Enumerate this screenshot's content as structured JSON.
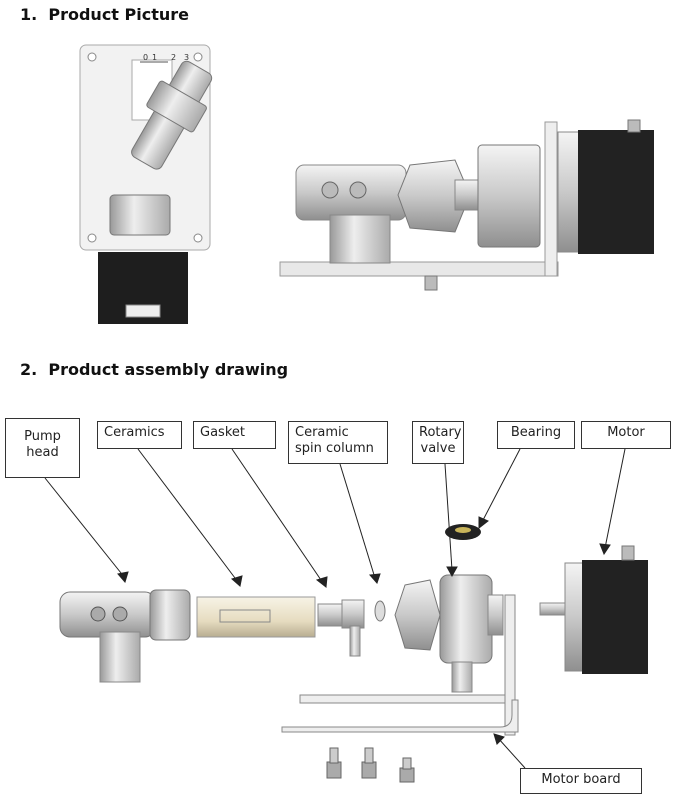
{
  "section1": {
    "number": "1.",
    "title": "Product Picture"
  },
  "section2": {
    "number": "2.",
    "title": "Product assembly drawing"
  },
  "labels": {
    "pump_head": [
      "Pump",
      "head"
    ],
    "ceramics": "Ceramics",
    "gasket": "Gasket",
    "spin_column": [
      "Ceramic",
      "spin column"
    ],
    "rotary_valve": [
      "Rotary",
      "valve"
    ],
    "bearing": "Bearing",
    "motor": "Motor",
    "motor_board": "Motor board"
  },
  "scale_marks": [
    "0",
    "1",
    "2",
    "3"
  ]
}
